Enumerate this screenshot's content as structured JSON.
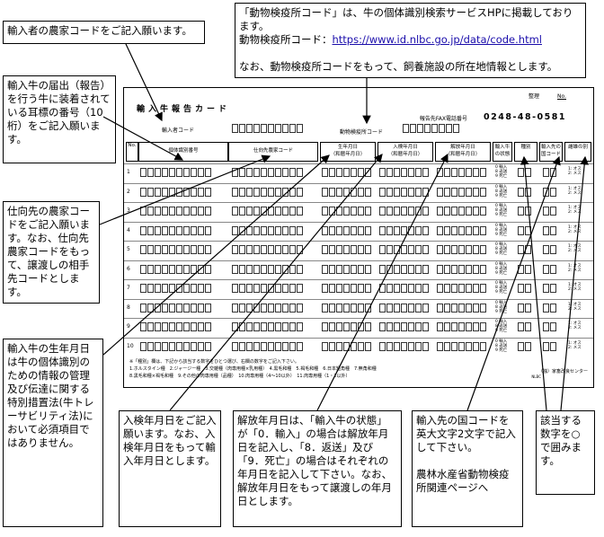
{
  "callouts": {
    "importer_code": "輸入者の農家コードをご記入願います。",
    "ear_tag": "輸入牛の届出（報告）を行う牛に装着されている耳標の番号（10桁）をご記入願います。",
    "destination": "仕向先の農家コードをご記入願います。なお、仕向先農家コードをもって、譲渡しの相手先コードとします。",
    "birth_date": "輸入牛の生年月日は牛の個体識別のための情報の管理及び伝達に関する特別措置法(牛トレーサビリティ法)において必須項目ではありません。",
    "station_line1": "「動物検疫所コード」は、牛の個体識別検索サービスHPに掲載しております。",
    "station_line2": "動物検疫所コード：",
    "station_url": "https://www.id.nlbc.go.jp/data/code.html",
    "station_line3": "なお、動物検疫所コードをもって、飼養施設の所在地情報とします。",
    "entry_date": "入検年月日をご記入願います。なお、入検年月日をもって輸入年月日とします。",
    "release_date": "解放年月日は、「輸入牛の状態」が「0．輸入」の場合は解放年月日を記入し、「8．返送」及び「9．死亡」の場合はそれぞれの年月日を記入して下さい。なお、解放年月日をもって譲渡しの年月日とします。",
    "country": "輸入先の国コードを英大文字2文字で記入して下さい。",
    "country_link": "農林水産省動物検疫所関連ページへ",
    "circle": "該当する数字を○で囲みます。"
  },
  "form": {
    "title": "輸入牛報告カード",
    "page_label": "整理",
    "page_no": "No.",
    "importer_code_label": "輸入者コード",
    "station_code_label": "動物検疫所コード",
    "fax_label": "報告先FAX電話番号",
    "fax_number": "0248-48-0581",
    "columns": {
      "no": "No.",
      "ear_tag": "個体識別番号",
      "destination": "仕向先農家コード",
      "birth": "生年月日",
      "entry": "入検年月日",
      "release": "解放年月日",
      "status": "輸入牛の状態",
      "breed": "種別",
      "country": "輸入先の国コード",
      "sex": "雌雄の別"
    },
    "date_sub": "（和暦年月日）",
    "status_choices": [
      "0 輸入",
      "8 返送",
      "9 死亡"
    ],
    "sex_choices": [
      "1: オス",
      "2: メス"
    ],
    "rows": [
      "1",
      "2",
      "3",
      "4",
      "5",
      "6",
      "7",
      "8",
      "9",
      "10"
    ],
    "note1": "※「種別」欄は、下記から該当する数字をひとつ選び、右欄の数字をご記入下さい。",
    "note2": "1.ホルスタイン種　2.ジャージー種　3.交雑種（肉専用種×乳用種）　4.黒毛和種　5.褐毛和種　6.日本短角種　7.無角和種",
    "note3": "8.黒毛和種×褐毛和種　9.その他の肉専用種（品種）　10.肉専用種（4～10以外）　11.肉専用種（1・2以外）",
    "org": "（独）家畜改良センター",
    "logo_text": "NLBC"
  }
}
